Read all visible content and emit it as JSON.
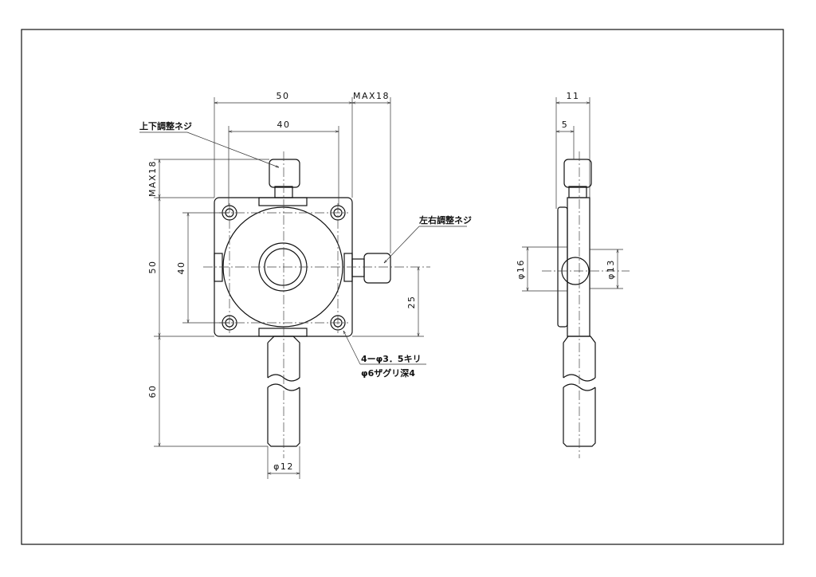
{
  "labels": {
    "vertical_screw": "上下調整ネジ",
    "horizontal_screw": "左右調整ネジ",
    "hole_spec_1": "4ーφ3．5キリ",
    "hole_spec_2": "φ6ザグリ深4"
  },
  "front_view": {
    "width": "50",
    "max_knob_x": "MAX18",
    "hole_pitch_x": "40",
    "max_knob_y": "MAX18",
    "height": "50",
    "hole_pitch_y": "40",
    "post_length": "60",
    "center_height": "25",
    "post_diameter": "φ12"
  },
  "side_view": {
    "thickness": "11",
    "offset": "5",
    "outer_diameter": "φ16",
    "inner_diameter": "φ13"
  }
}
